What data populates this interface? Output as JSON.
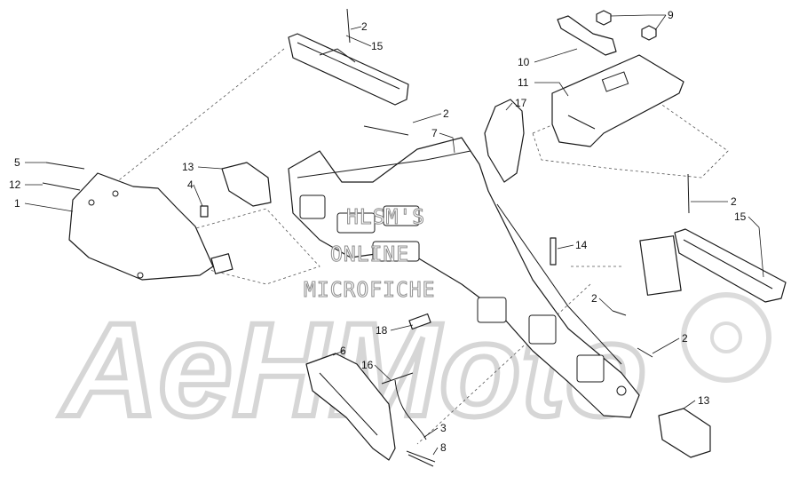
{
  "diagram": {
    "callouts": [
      {
        "id": "c2a",
        "text": "2"
      },
      {
        "id": "c15a",
        "text": "15"
      },
      {
        "id": "c9",
        "text": "9"
      },
      {
        "id": "c10",
        "text": "10"
      },
      {
        "id": "c11",
        "text": "11"
      },
      {
        "id": "c17",
        "text": "17"
      },
      {
        "id": "c2b",
        "text": "2"
      },
      {
        "id": "c7",
        "text": "7"
      },
      {
        "id": "c5",
        "text": "5"
      },
      {
        "id": "c13a",
        "text": "13"
      },
      {
        "id": "c12",
        "text": "12"
      },
      {
        "id": "c4",
        "text": "4"
      },
      {
        "id": "c1",
        "text": "1"
      },
      {
        "id": "c2c",
        "text": "2"
      },
      {
        "id": "c15b",
        "text": "15"
      },
      {
        "id": "c14",
        "text": "14"
      },
      {
        "id": "c2d",
        "text": "2"
      },
      {
        "id": "c18",
        "text": "18"
      },
      {
        "id": "c2e",
        "text": "2"
      },
      {
        "id": "c6",
        "text": "6"
      },
      {
        "id": "c16",
        "text": "16"
      },
      {
        "id": "c13b",
        "text": "13"
      },
      {
        "id": "c3",
        "text": "3"
      },
      {
        "id": "c8",
        "text": "8"
      }
    ]
  },
  "watermark": {
    "lines": [
      "HLSM'S",
      "ONLINE",
      "MICROFICHE"
    ],
    "logo": "AeHMoto"
  }
}
